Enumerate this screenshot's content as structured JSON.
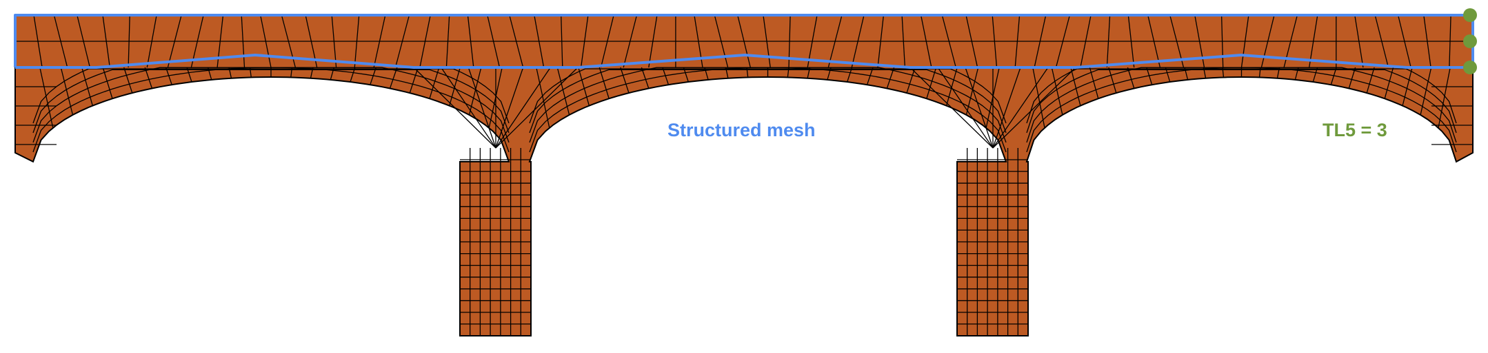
{
  "figure": {
    "structured_label": "Structured mesh",
    "tl_label": "TL5 = 3"
  },
  "colors": {
    "fill": "#BD5A23",
    "line": "#000000",
    "highlight": "#4F8BEF",
    "node": "#6F9A3C"
  },
  "mesh": {
    "arches": 3,
    "piers": 2,
    "deck_rows": 2,
    "arch_rings": 4,
    "pier_cols": 7,
    "pier_rows": 16
  }
}
